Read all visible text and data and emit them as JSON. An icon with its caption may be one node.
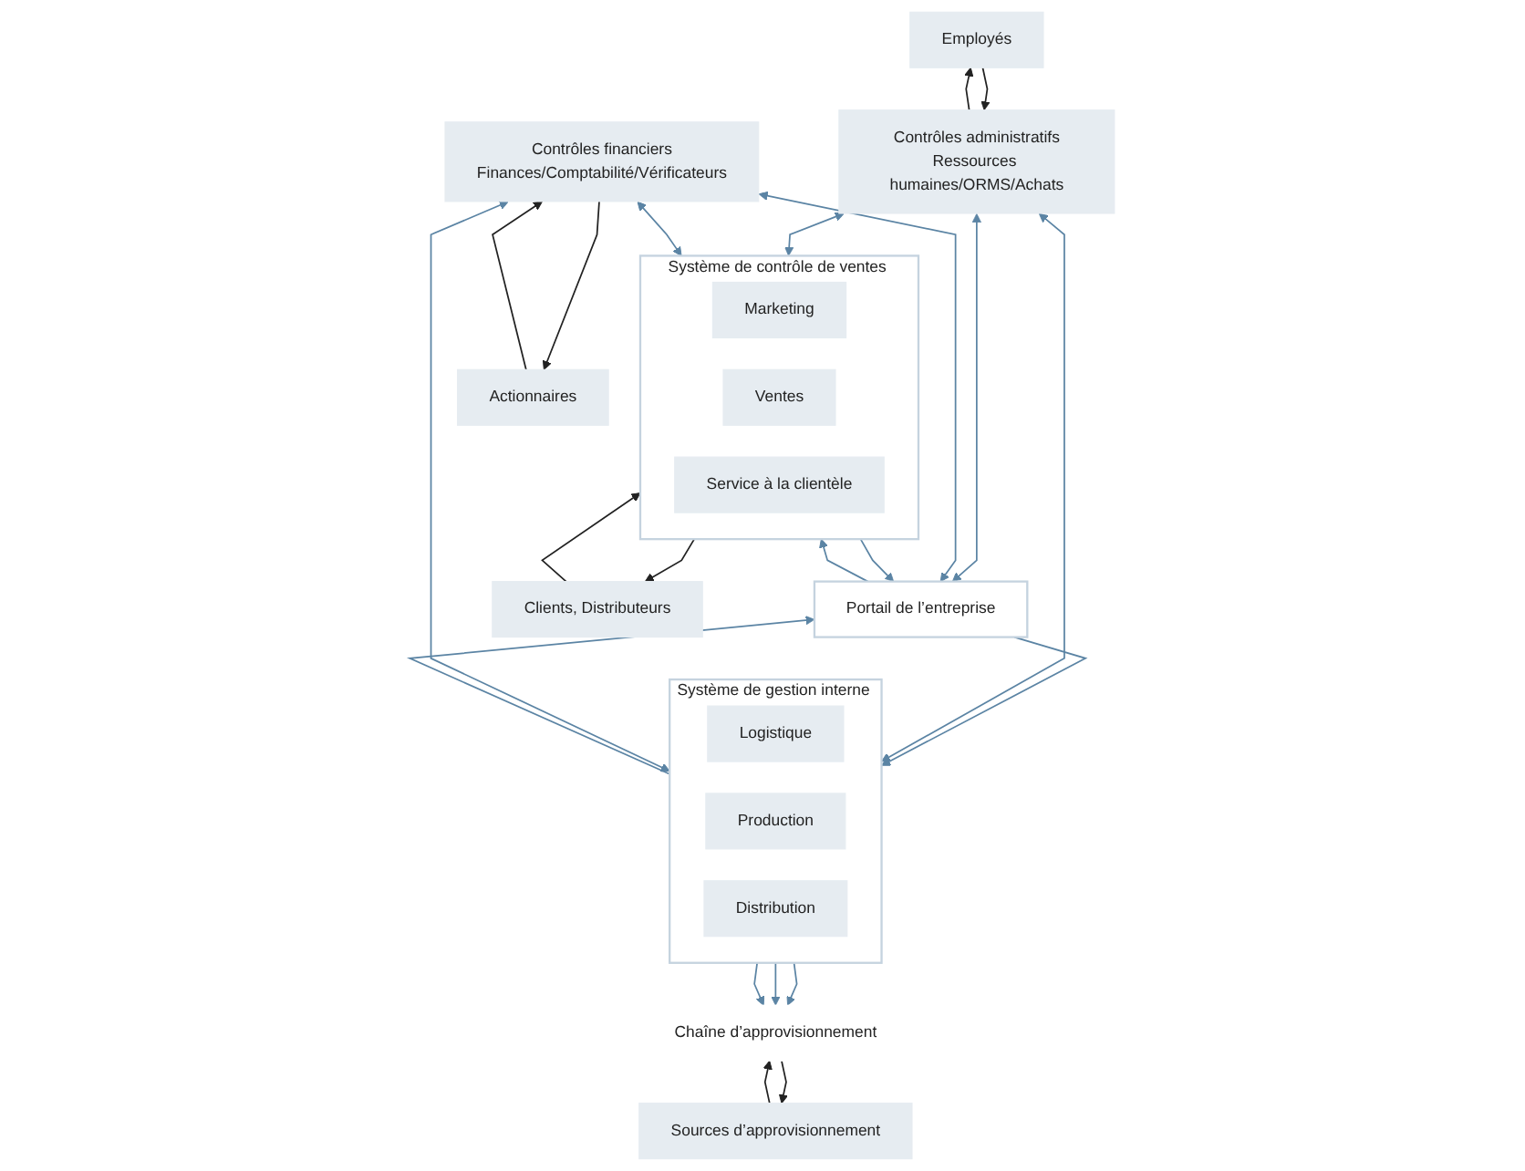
{
  "diagram": {
    "nodes": [
      {
        "text": [
          "Sources d’approvisionnement"
        ]
      },
      {
        "text": [
          "Chaîne d’approvisionnement"
        ]
      },
      {
        "text": [
          "Système de gestion interne"
        ]
      },
      {
        "text": [
          "Logistique"
        ],
        "in": 2
      },
      {
        "text": [
          "Production"
        ],
        "in": 2
      },
      {
        "text": [
          "Distribution"
        ],
        "in": 2
      },
      {
        "text": [
          "Portail de l’entreprise"
        ]
      },
      {
        "text": [
          "Système de contrôle de ventes"
        ]
      },
      {
        "text": [
          "Marketing"
        ],
        "in": 7
      },
      {
        "text": [
          "Ventes"
        ],
        "in": 7
      },
      {
        "text": [
          "Service à la clientèle"
        ],
        "in": 7
      },
      {
        "text": [
          "Clients, Distributeurs"
        ]
      },
      {
        "text": [
          "Employés"
        ]
      },
      {
        "text": [
          "Contrôles administratifs",
          "Ressources humaines/ORMS/Achats"
        ]
      },
      {
        "text": [
          "Contrôles financiers",
          "Finances/Comptabilité/Vérificateurs"
        ]
      },
      {
        "text": [
          "Actionnaires"
        ]
      }
    ],
    "edges": [
      {
        "from": 1,
        "to": 0,
        "arrow": "to",
        "color": "#222222"
      },
      {
        "from": 0,
        "to": 1,
        "arrow": "to",
        "color": "#222222"
      },
      {
        "from": 2,
        "to": 1,
        "arrow": "to"
      },
      {
        "from": 2,
        "to": 1,
        "arrow": "to"
      },
      {
        "from": 2,
        "to": 1,
        "arrow": "to"
      },
      {
        "from": 6,
        "to": 2,
        "arrow": "to"
      },
      {
        "from": 2,
        "to": 6,
        "arrow": "to"
      },
      {
        "from": 7,
        "to": 6,
        "arrow": "to"
      },
      {
        "from": 6,
        "to": 7,
        "arrow": "to"
      },
      {
        "from": 11,
        "to": 7,
        "arrow": "to",
        "color": "#222222"
      },
      {
        "from": 7,
        "to": 11,
        "arrow": "to",
        "color": "#222222"
      },
      {
        "from": 13,
        "to": 2,
        "arrow": "both"
      },
      {
        "from": 13,
        "to": 6,
        "arrow": "both"
      },
      {
        "from": 13,
        "to": 7,
        "arrow": "both"
      },
      {
        "from": 14,
        "to": 2,
        "arrow": "both"
      },
      {
        "from": 14,
        "to": 6,
        "arrow": "both"
      },
      {
        "from": 14,
        "to": 7,
        "arrow": "both"
      },
      {
        "from": 13,
        "to": 12,
        "arrow": "to",
        "color": "#222222"
      },
      {
        "from": 12,
        "to": 13,
        "arrow": "to",
        "color": "#222222"
      },
      {
        "from": 15,
        "to": 14,
        "arrow": "to",
        "color": "#222222"
      },
      {
        "from": 14,
        "to": 15,
        "arrow": "to",
        "color": "#222222"
      }
    ]
  }
}
